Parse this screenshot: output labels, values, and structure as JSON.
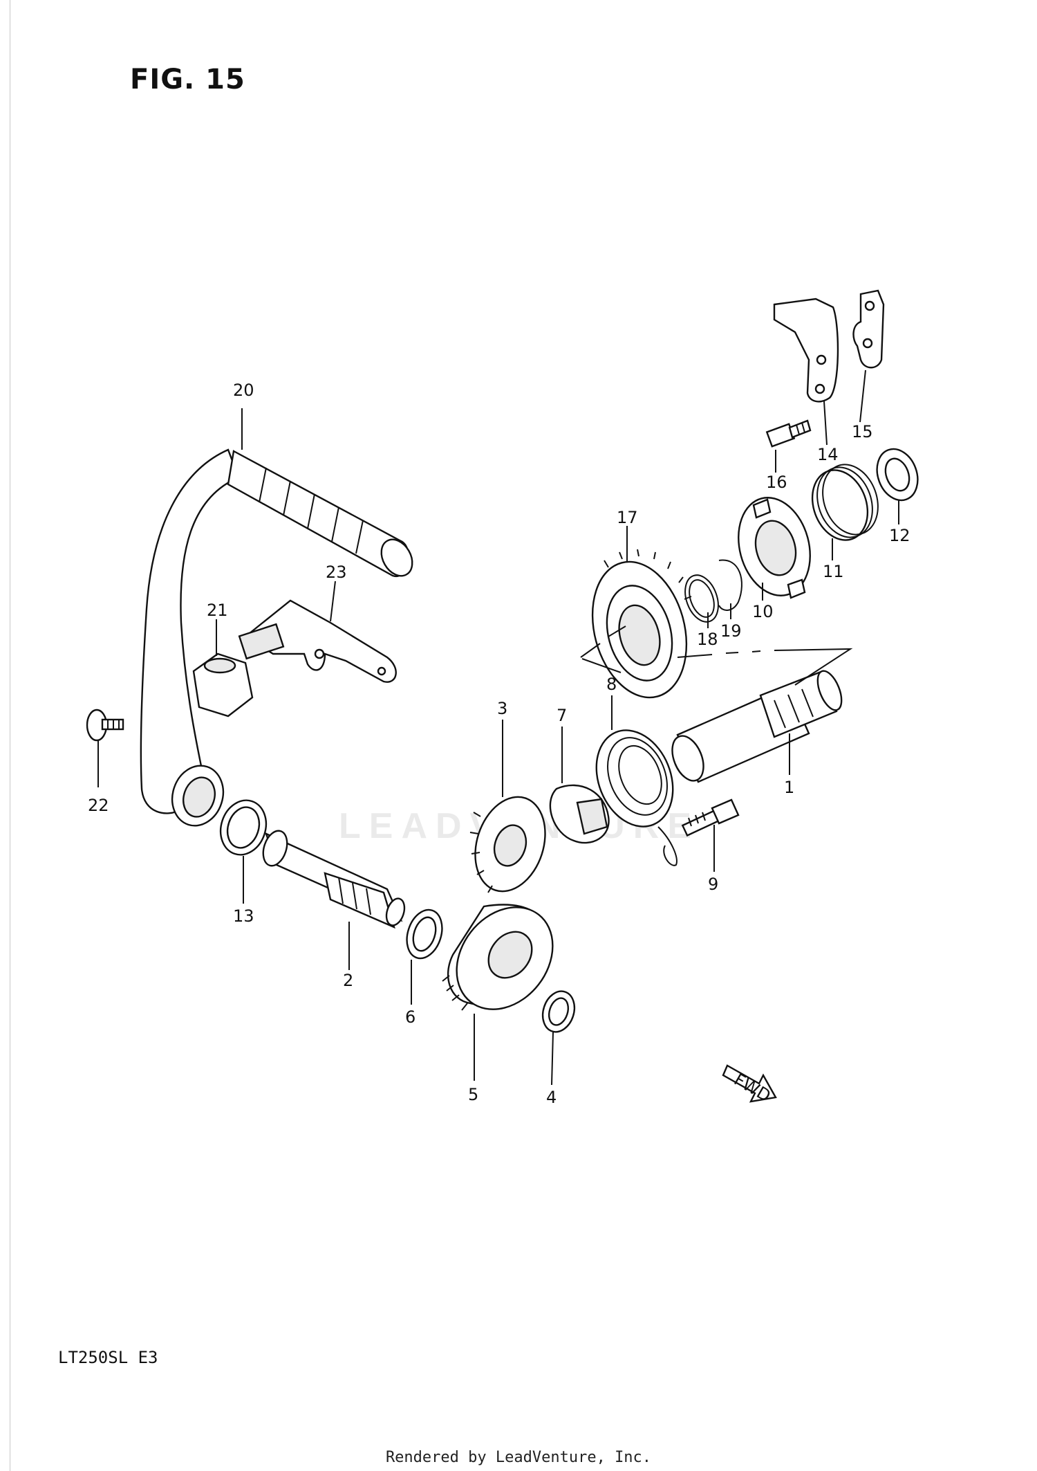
{
  "figure_title": "FIG. 15",
  "model_code": "LT250SL  E3",
  "footer_credit": "Rendered by LeadVenture, Inc.",
  "watermark_text": "LEADVENTURE",
  "fwd_label": "FWD",
  "callouts": [
    {
      "id": "c1",
      "label": "1"
    },
    {
      "id": "c2",
      "label": "2"
    },
    {
      "id": "c3",
      "label": "3"
    },
    {
      "id": "c4",
      "label": "4"
    },
    {
      "id": "c5",
      "label": "5"
    },
    {
      "id": "c6",
      "label": "6"
    },
    {
      "id": "c7",
      "label": "7"
    },
    {
      "id": "c8",
      "label": "8"
    },
    {
      "id": "c9",
      "label": "9"
    },
    {
      "id": "c10",
      "label": "10"
    },
    {
      "id": "c11",
      "label": "11"
    },
    {
      "id": "c12",
      "label": "12"
    },
    {
      "id": "c13",
      "label": "13"
    },
    {
      "id": "c14",
      "label": "14"
    },
    {
      "id": "c15",
      "label": "15"
    },
    {
      "id": "c16",
      "label": "16"
    },
    {
      "id": "c17",
      "label": "17"
    },
    {
      "id": "c18",
      "label": "18"
    },
    {
      "id": "c19",
      "label": "19"
    },
    {
      "id": "c20",
      "label": "20"
    },
    {
      "id": "c21",
      "label": "21"
    },
    {
      "id": "c22",
      "label": "22"
    },
    {
      "id": "c23",
      "label": "23"
    }
  ]
}
